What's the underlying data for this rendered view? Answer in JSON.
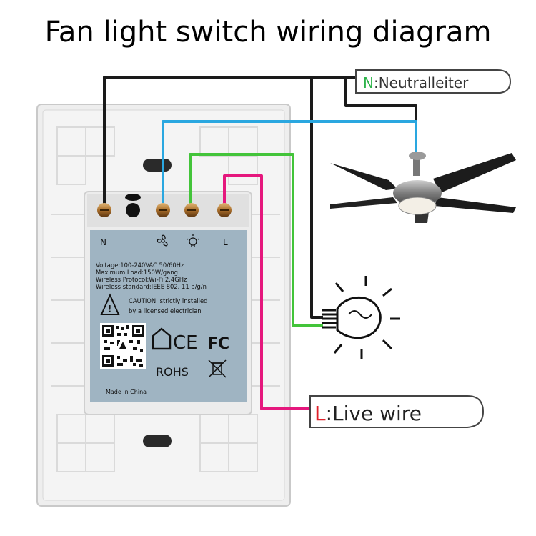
{
  "title": "Fan light switch wiring diagram",
  "neutral_label": {
    "code": "N",
    "sep": ":",
    "text": "Neutralleiter",
    "code_color": "#2db34a"
  },
  "live_label": {
    "code": "L",
    "sep": ":",
    "text": "Live wire",
    "code_color": "#e0202a"
  },
  "wire_colors": {
    "neutral": "#1a1a1a",
    "fan": "#2aa7e0",
    "light": "#43c43a",
    "live": "#e5177d"
  },
  "device": {
    "terminal_N": "N",
    "terminal_L": "L",
    "fan_icon": "fan-icon",
    "light_icon": "bulb-icon",
    "specs": [
      "Voltage:100-240VAC 50/60Hz",
      "Maximum Load:150W/gang",
      "Wireless Protocol:Wi-Fi 2.4GHz",
      "Wireless standard:IEEE 802. 11 b/g/n"
    ],
    "caution_line1": "CAUTION: strictly installed",
    "caution_line2": "by a licensed electrician",
    "ce_mark": "CE",
    "fc_mark": "FC",
    "rohs": "ROHS",
    "made_in": "Made in China",
    "label_color": "#9fb4c2"
  }
}
